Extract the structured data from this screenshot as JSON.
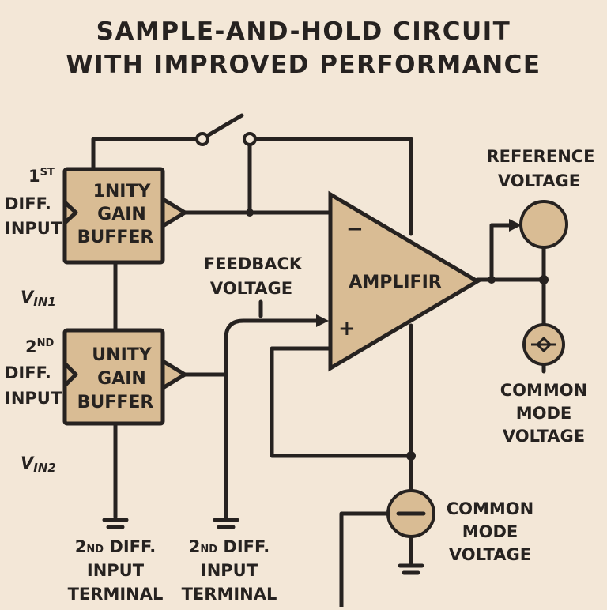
{
  "title": {
    "line1": "SAMPLE-AND-HOLD CIRCUIT",
    "line2": "WITH IMPROVED PERFORMANCE"
  },
  "input1": {
    "ordinal_num": "1",
    "ordinal_suffix": "ST",
    "line2": "DIFF.",
    "line3": "INPUT"
  },
  "input2": {
    "ordinal_num": "2",
    "ordinal_suffix": "ND",
    "line2": "DIFF.",
    "line3": "INPUT"
  },
  "vin1": {
    "main": "V",
    "sub": "IN1"
  },
  "vin2": {
    "main": "V",
    "sub": "IN2"
  },
  "buffer1": {
    "line1": "1NITY",
    "line2": "GAIN",
    "line3": "BUFFER"
  },
  "buffer2": {
    "line1": "UNITY",
    "line2": "GAIN",
    "line3": "BUFFER"
  },
  "feedback": {
    "line1": "FEEDBACK",
    "line2": "VOLTAGE"
  },
  "amplifier": {
    "label": "AMPLIFIR",
    "minus": "−",
    "plus": "+"
  },
  "reference": {
    "line1": "REFERENCE",
    "line2": "VOLTAGE"
  },
  "common_mode_right": {
    "line1": "COMMON",
    "line2": "MODE",
    "line3": "VOLTAGE"
  },
  "common_mode_bottom": {
    "line1": "COMMON",
    "line2": "MODE",
    "line3": "VOLTAGE"
  },
  "terminal1": {
    "line1_num": "2",
    "line1_suffix": "ND",
    "line1_rest": " DIFF.",
    "line2": "INPUT",
    "line3": "TERMINAL"
  },
  "terminal2": {
    "line1_num": "2",
    "line1_suffix": "ND",
    "line1_rest": " DIFF.",
    "line2": "INPUT",
    "line3": "TERMINAL"
  },
  "colors": {
    "background": "#f3e7d7",
    "block_fill": "#d9bc94",
    "ink": "#262220"
  }
}
